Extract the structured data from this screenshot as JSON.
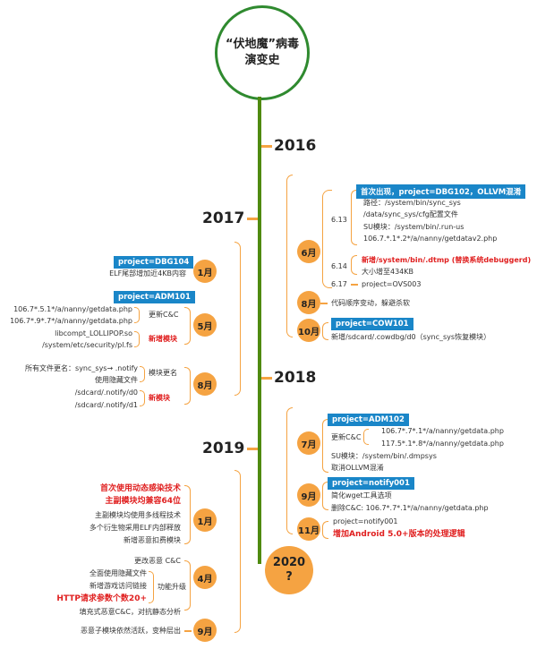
{
  "title": "“伏地魔”病毒\n演变史",
  "end_label": "2020\n?",
  "years": {
    "y2016": "2016",
    "y2017": "2017",
    "y2018": "2018",
    "y2019": "2019"
  },
  "y2016": {
    "june": {
      "label": "6月",
      "d613": "6.13",
      "d614": "6.14",
      "d617": "6.17",
      "tag": "首次出现，project=DBG102，OLLVM混淆",
      "lines_613": [
        "路径：/system/bin/sync_sys",
        "/data/sync_sys/cfg配置文件",
        "SU模块：/system/bin/.run-us",
        "106.7.*.1*.2*/a/nanny/getdatav2.php"
      ],
      "red_614": "新增/system/bin/.dtmp (替换系统debuggerd)",
      "line_614": "大小增至434KB",
      "line_617": "project=OVS003"
    },
    "aug": {
      "label": "8月",
      "text": "代码顺序变动，躲避杀软"
    },
    "oct": {
      "label": "10月",
      "tag": "project=COW101",
      "text": "新增/sdcard/.cowdbg/d0（sync_sys恢复模块）"
    }
  },
  "y2017": {
    "jan": {
      "label": "1月",
      "tag": "project=DBG104",
      "text": "ELF尾部增加近4KB内容"
    },
    "may": {
      "label": "5月",
      "tag": "project=ADM101",
      "lines_cc": [
        "106.7*.5.1*/a/nanny/getdata.php",
        "106.7*.9*.7*/a/nanny/getdata.php"
      ],
      "cc_label": "更新C&C",
      "lines_mod": [
        "libcompt_LOLLIPOP.so",
        "/system/etc/security/pl.fs"
      ],
      "mod_label": "新增模块"
    },
    "aug": {
      "label": "8月",
      "lines_rename": [
        "所有文件更名：sync_sys→ .notify",
        "使用隐藏文件"
      ],
      "rename_label": "模块更名",
      "lines_new": [
        "/sdcard/.notify/d0",
        "/sdcard/.notify/d1"
      ],
      "new_label": "新模块"
    }
  },
  "y2018": {
    "jul": {
      "label": "7月",
      "tag": "project=ADM102",
      "cc_label": "更新C&C",
      "lines_cc": [
        "106.7*.7*.1*/a/nanny/getdata.php",
        "117.5*.1*.8*/a/nanny/getdata.php"
      ],
      "lines": [
        "SU模块：/system/bin/.dmpsys",
        "取消OLLVM混淆"
      ]
    },
    "sep": {
      "label": "9月",
      "tag": "project=notify001",
      "lines": [
        "简化wget工具选项",
        "删除C&C: 106.7*.7*.1*/a/nanny/getdata.php"
      ]
    },
    "nov": {
      "label": "11月",
      "line": "project=notify001",
      "red": "增加Android 5.0+版本的处理逻辑"
    }
  },
  "y2019": {
    "jan": {
      "label": "1月",
      "red": [
        "首次使用动态感染技术",
        "主副模块均兼容64位"
      ],
      "lines": [
        "主副模块均使用多线程技术",
        "多个衍生物采用ELF内部释放",
        "新增恶意扣费模块"
      ]
    },
    "apr": {
      "label": "4月",
      "line_top": "更改恶意 C&C",
      "lines": [
        "全面使用隐藏文件",
        "新增游戏访问链接"
      ],
      "red": "HTTP请求参数个数20+",
      "line_bottom": "填充式恶意C&C，对抗静态分析",
      "upgrade_label": "功能升级"
    },
    "sep": {
      "label": "9月",
      "text": "恶意子模块依然活跃，变种层出"
    }
  }
}
